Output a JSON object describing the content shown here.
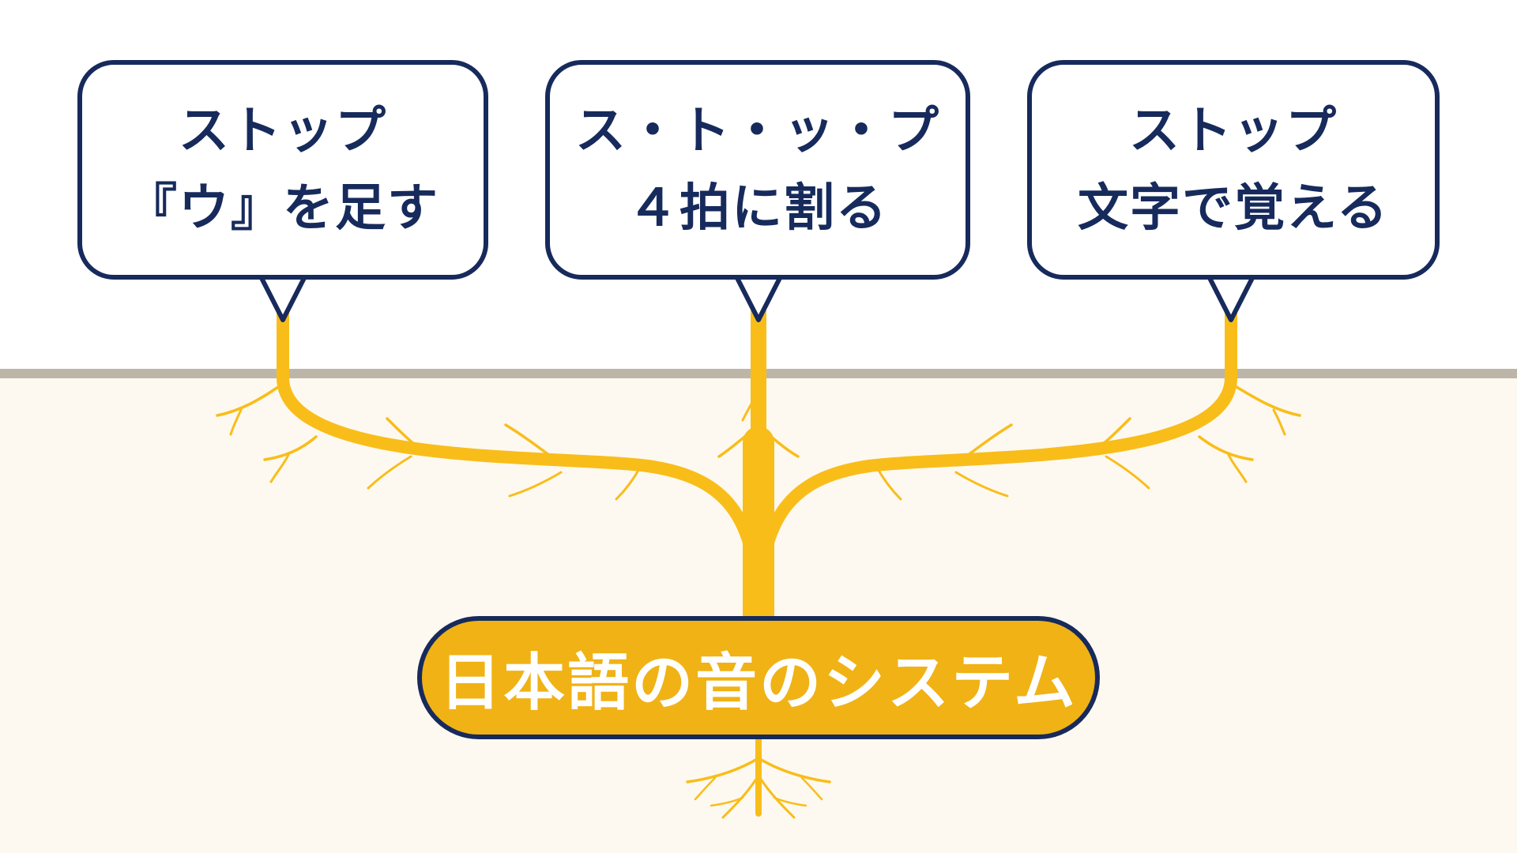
{
  "colors": {
    "navy": "#172a5c",
    "root_gold": "#f9bd1a",
    "pill_gold": "#f0b215",
    "soil": "#fdf9f0",
    "ground_line": "#bdb6a8"
  },
  "bubbles": [
    {
      "line1": "ストップ",
      "line2": "『ウ』を足す"
    },
    {
      "line1": "ス・ト・ッ・プ",
      "line2": "４拍に割る"
    },
    {
      "line1": "ストップ",
      "line2": "文字で覚える"
    }
  ],
  "root_label": "日本語の音のシステム"
}
